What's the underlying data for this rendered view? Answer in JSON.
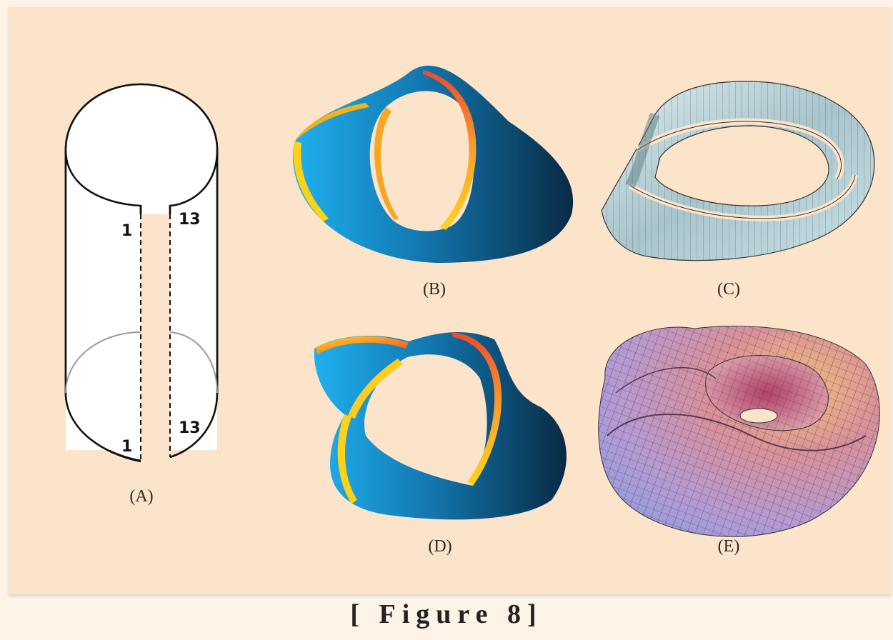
{
  "labels": {
    "a": "(A)",
    "b": "(B)",
    "c": "(C)",
    "d": "(D)",
    "e": "(E)"
  },
  "cylinder_marks": {
    "top_left": "1",
    "top_right": "13",
    "bottom_left": "1",
    "bottom_right": "13"
  },
  "caption": "[ Figure 8]",
  "colors": {
    "panel_bg": "#fce4cb",
    "page_bg": "#fdf3e7",
    "band_blue_light": "#1fa9e6",
    "band_blue_dark": "#0a2f4a",
    "band_edge_yellow": "#ffd21a",
    "band_edge_orange": "#f0572b",
    "strip_fill": "#c3dce3",
    "strip_shadow": "#7d9aa2",
    "torus_pink": "#d69aa4",
    "torus_lilac": "#a9a4d6"
  }
}
